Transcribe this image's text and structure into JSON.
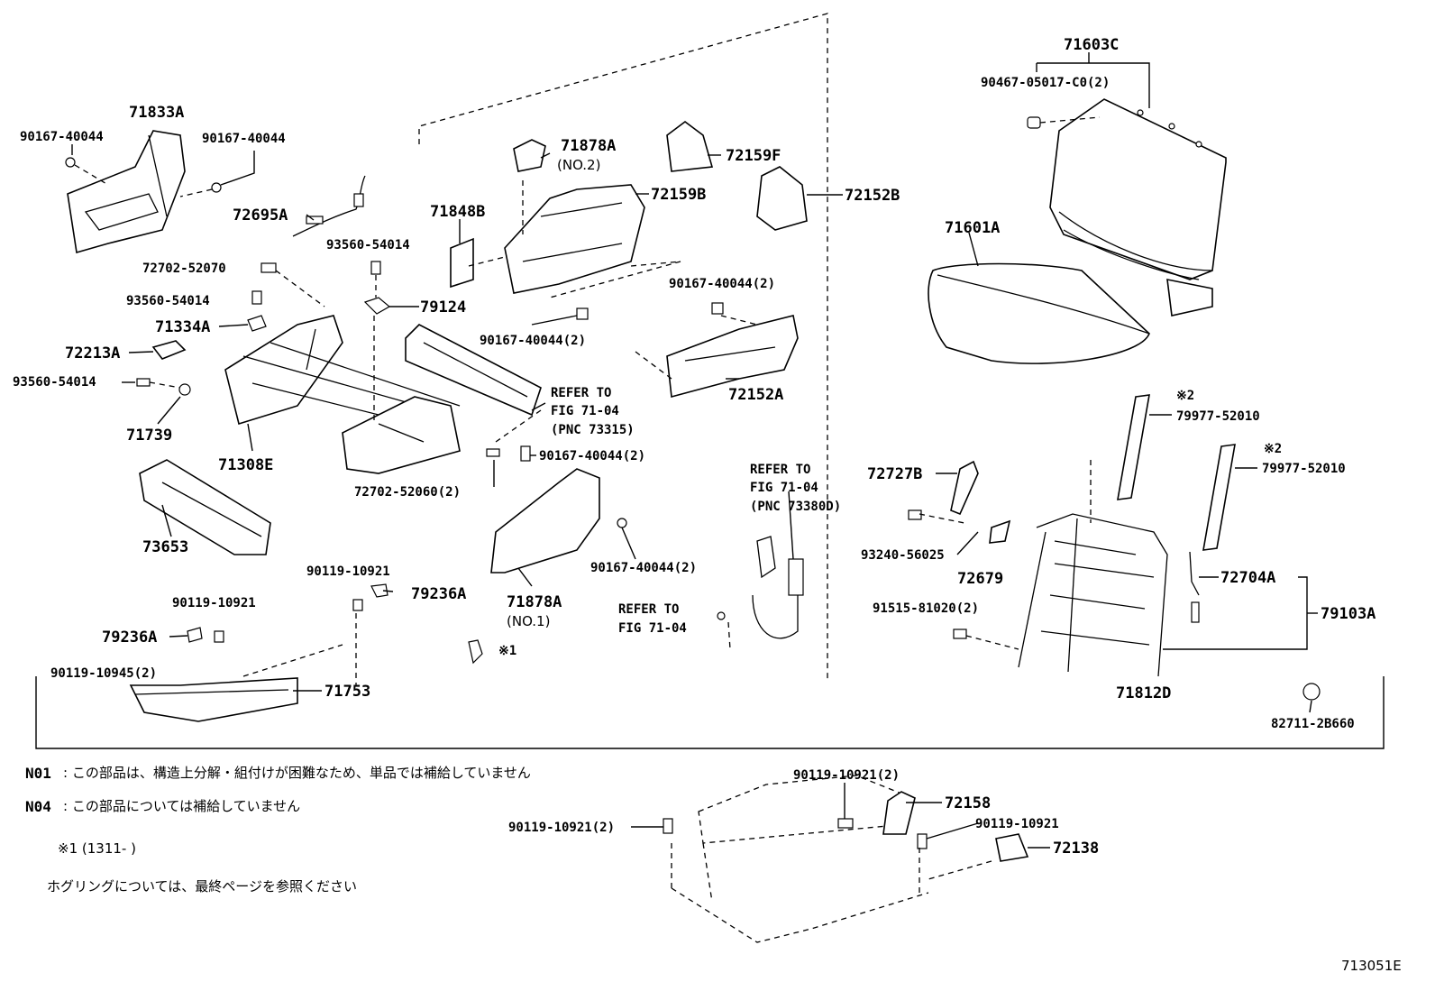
{
  "labels": {
    "p71603C": "71603C",
    "p90467": "90467-05017-C0(2)",
    "p71833A": "71833A",
    "p90167_a": "90167-40044",
    "p90167_b": "90167-40044",
    "p71878A_no2": "71878A",
    "no2": "(NO.2)",
    "p72159F": "72159F",
    "p72159B": "72159B",
    "p72152B": "72152B",
    "p71601A": "71601A",
    "p72695A": "72695A",
    "p71848B": "71848B",
    "p93560_a": "93560-54014",
    "p72702_52070": "72702-52070",
    "p93560_b": "93560-54014",
    "p79124": "79124",
    "p90167_2a": "90167-40044(2)",
    "p71334A": "71334A",
    "p72213A": "72213A",
    "p90167_2b": "90167-40044(2)",
    "p93560_c": "93560-54014",
    "p72152A": "72152A",
    "refer1_l1": "REFER TO",
    "refer1_l2": "FIG 71-04",
    "refer1_l3": "(PNC 73315)",
    "p71739": "71739",
    "mark2_a": "※2",
    "p79977_a": "79977-52010",
    "p90167_2c": "90167-40044(2)",
    "p71308E": "71308E",
    "mark2_b": "※2",
    "p79977_b": "79977-52010",
    "refer2_l1": "REFER TO",
    "refer2_l2": "FIG 71-04",
    "refer2_l3": "(PNC 73380D)",
    "p72727B": "72727B",
    "p72702_52060": "72702-52060(2)",
    "p73653": "73653",
    "p93240": "93240-56025",
    "p72679": "72679",
    "p90167_2d": "90167-40044(2)",
    "p90119_a": "90119-10921",
    "p79236A_a": "79236A",
    "p71878A_no1": "71878A",
    "no1": "(NO.1)",
    "p72704A": "72704A",
    "p90119_b": "90119-10921",
    "refer3_l1": "REFER TO",
    "refer3_l2": "FIG 71-04",
    "p91515": "91515-81020(2)",
    "p79103A": "79103A",
    "p79236A_b": "79236A",
    "mark1": "※1",
    "p90119_10945": "90119-10945(2)",
    "p71753": "71753",
    "p71812D": "71812D",
    "p82711": "82711-2B660",
    "p90119_2a": "90119-10921(2)",
    "p72158": "72158",
    "p90119_c": "90119-10921",
    "p90119_2b": "90119-10921(2)",
    "p72138": "72138"
  },
  "notes": {
    "n01_code": "N01",
    "n01_text": ": この部品は、構造上分解・組付けが困難なため、単品では補給していません",
    "n04_code": "N04",
    "n04_text": ": この部品については補給していません",
    "mark1_note": "※1 (1311-      )",
    "hog_ring_note": "ホグリングについては、最終ページを参照ください"
  },
  "figure_id": "713051E"
}
